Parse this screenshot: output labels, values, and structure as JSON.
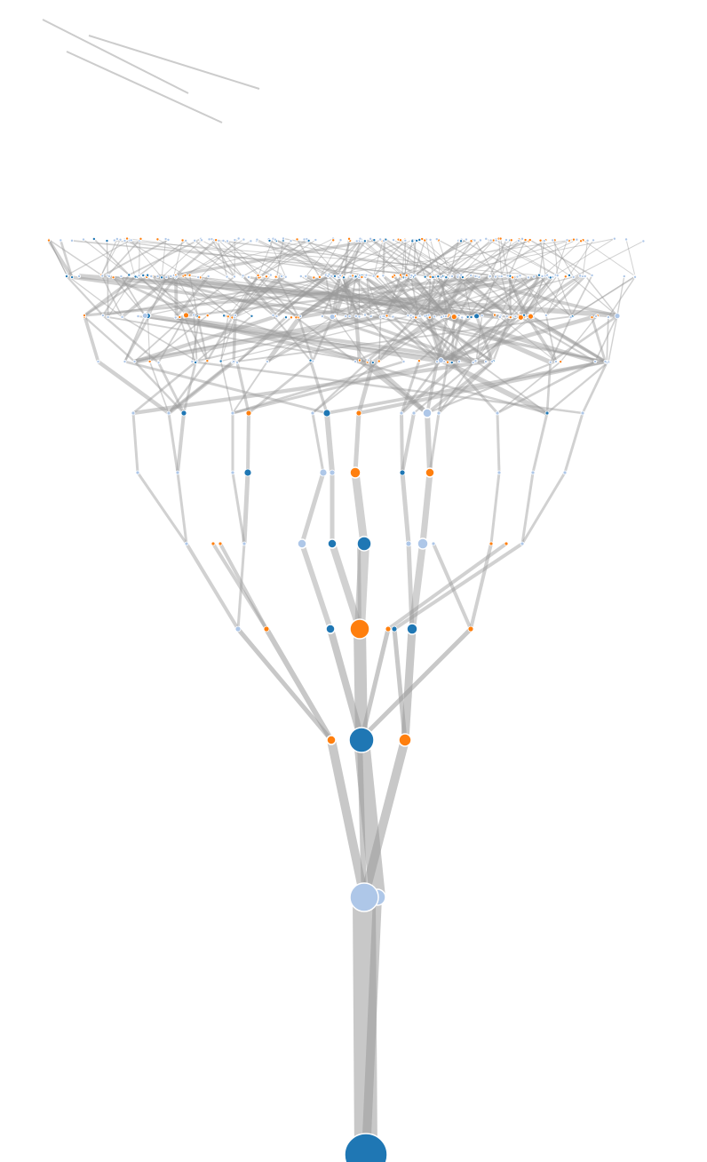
{
  "diagram": {
    "type": "tree",
    "node_count": 350,
    "max_depth": 14,
    "palette": {
      "link": "#9a9a9a",
      "node_dark_blue": "#1f77b4",
      "node_light_blue": "#aec7e8",
      "node_orange": "#ff7f0e",
      "node_stroke": "#ffffff",
      "background": "#ffffff"
    }
  }
}
